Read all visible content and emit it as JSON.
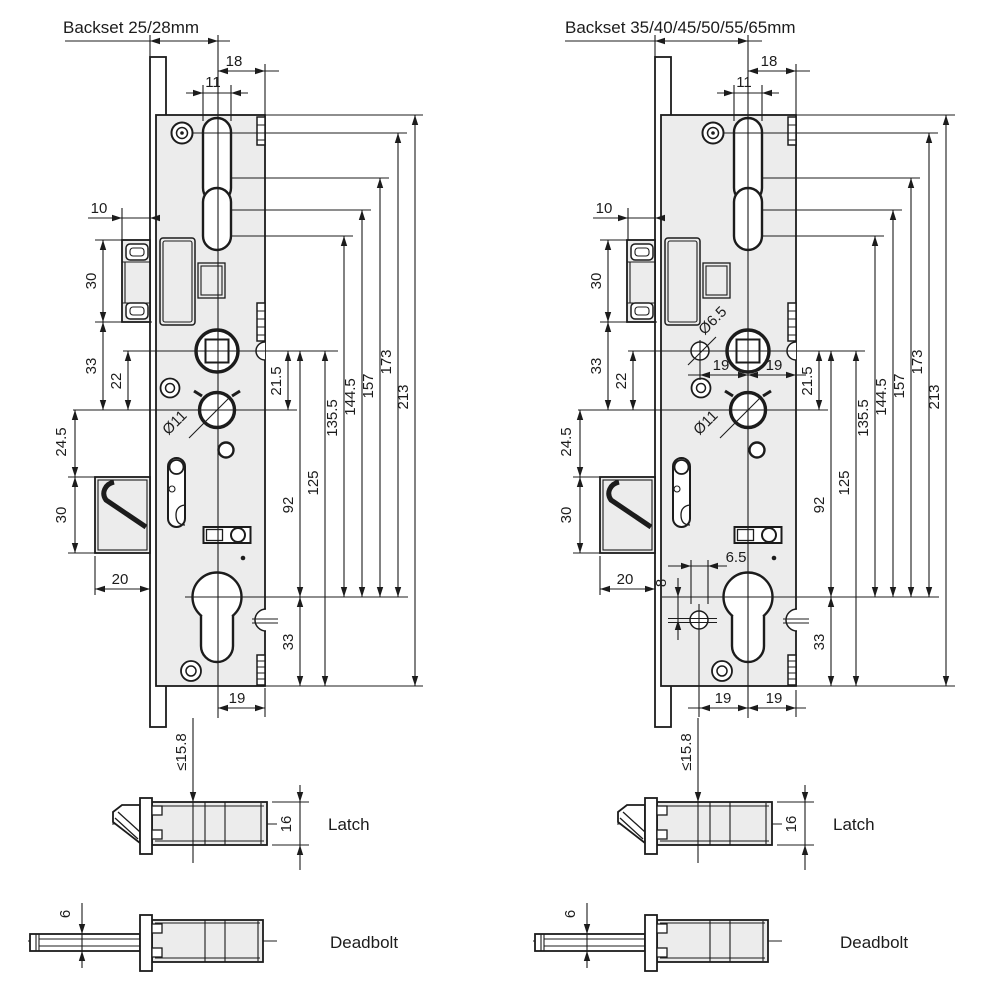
{
  "diagram": {
    "type": "technical-drawing",
    "subject": "mortise lock dimensional drawing",
    "locks": [
      {
        "id": "left",
        "title": "Backset 25/28mm"
      },
      {
        "id": "right",
        "title": "Backset 35/40/45/50/55/65mm"
      }
    ],
    "side_views": {
      "latch": "Latch",
      "deadbolt": "Deadbolt"
    },
    "dims": {
      "d6": "6",
      "d8": "8",
      "d10": "10",
      "d11": "11",
      "d16": "16",
      "d18": "18",
      "d19": "19",
      "d20": "20",
      "d21_5": "21.5",
      "d22": "22",
      "d24_5": "24.5",
      "d30": "30",
      "d33": "33",
      "d92": "92",
      "d125": "125",
      "d135_5": "135.5",
      "d144_5": "144.5",
      "d157": "157",
      "d173": "173",
      "d213": "213",
      "d6_5": "6.5",
      "dia11": "Ø11",
      "dia6_5": "Ø6.5",
      "le15_8": "≤15.8"
    },
    "colors": {
      "line": "#1c1c1c",
      "case_fill": "#ececec",
      "background": "#ffffff"
    }
  }
}
